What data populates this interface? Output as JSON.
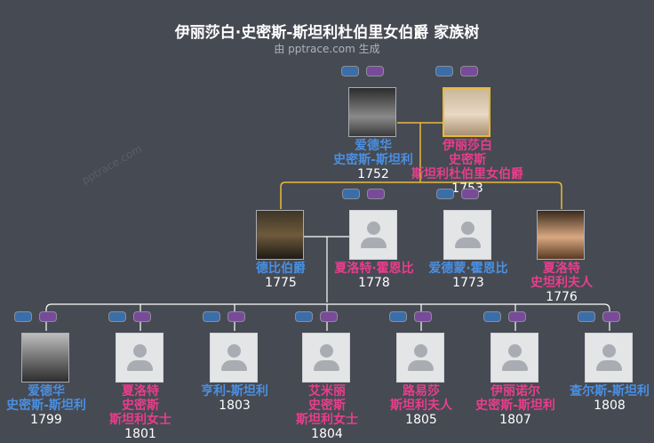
{
  "header": {
    "title": "伊丽莎白·史密斯-斯坦利杜伯里女伯爵 家族树",
    "subtitle": "由 pptrace.com 生成",
    "watermark": "pptrace.com"
  },
  "colors": {
    "background": "#464a53",
    "male": "#4a90e2",
    "female": "#e83e8c",
    "highlight": "#e8b93a",
    "line": "#ffffff"
  },
  "people": {
    "p1": {
      "name": "爱德华\n史密斯-斯坦利",
      "year": "1752",
      "gender": "m"
    },
    "p2": {
      "name": "伊丽莎白\n史密斯\n斯坦利杜伯里女伯爵",
      "year": "1753",
      "gender": "f"
    },
    "c1": {
      "name": "德比伯爵",
      "year": "1775",
      "gender": "m"
    },
    "c2": {
      "name": "夏洛特·霍恩比",
      "year": "1778",
      "gender": "f"
    },
    "c3": {
      "name": "爱德蒙·霍恩比",
      "year": "1773",
      "gender": "m"
    },
    "c4": {
      "name": "夏洛特\n史坦利夫人",
      "year": "1776",
      "gender": "f"
    },
    "g1": {
      "name": "爱德华\n史密斯-斯坦利",
      "year": "1799",
      "gender": "m"
    },
    "g2": {
      "name": "夏洛特\n史密斯\n斯坦利女士",
      "year": "1801",
      "gender": "f"
    },
    "g3": {
      "name": "亨利-斯坦利",
      "year": "1803",
      "gender": "m"
    },
    "g4": {
      "name": "艾米丽\n史密斯\n斯坦利女士",
      "year": "1804",
      "gender": "f"
    },
    "g5": {
      "name": "路易莎\n斯坦利夫人",
      "year": "1805",
      "gender": "f"
    },
    "g6": {
      "name": "伊丽诺尔\n史密斯-斯坦利",
      "year": "1807",
      "gender": "f"
    },
    "g7": {
      "name": "查尔斯-斯坦利",
      "year": "1808",
      "gender": "m"
    }
  }
}
